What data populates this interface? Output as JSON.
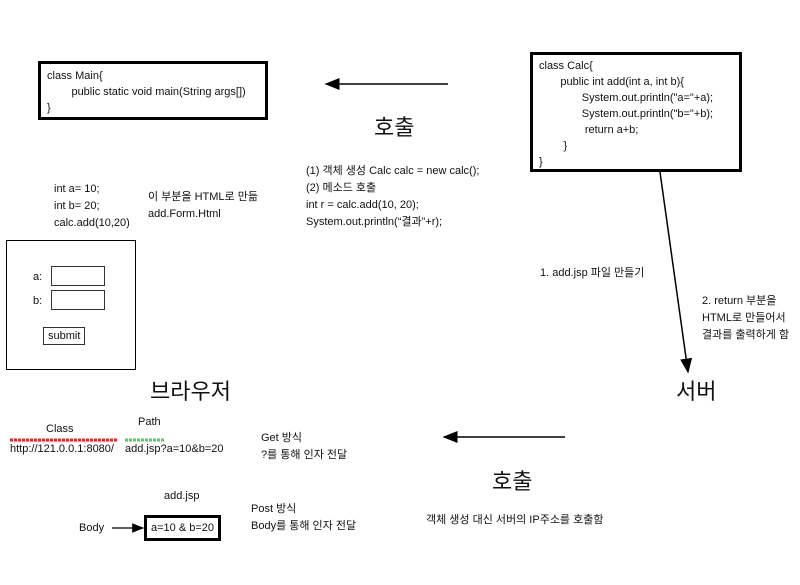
{
  "main_class": {
    "lines": [
      "class Main{",
      "        public static void main(String args[])",
      "}"
    ]
  },
  "calc_class": {
    "lines": [
      "class Calc{",
      "       public int add(int a, int b){",
      "              System.out.println(\"a=\"+a);",
      "              System.out.println(\"b=\"+b);",
      "               return a+b;",
      "        }",
      "}"
    ]
  },
  "labels": {
    "call_top": "호출",
    "call_bottom": "호출",
    "browser": "브라우저",
    "server": "서버"
  },
  "steps": {
    "l1": "(1) 객체 생성 Calc calc = new calc();",
    "l2": "(2) 메소드 호출",
    "l3": "int r = calc.add(10, 20);",
    "l4": "System.out.println(“결과”+r);"
  },
  "vars": {
    "l1": "int a= 10;",
    "l2": "int b= 20;",
    "l3": "calc.add(10,20)"
  },
  "html_note": {
    "l1": "이 부분을 HTML로 만듦",
    "l2": "add.Form.Html"
  },
  "form": {
    "a_label": "a:",
    "b_label": "b:",
    "submit": "submit"
  },
  "server_notes": {
    "step1": "1. add.jsp 파일 만들기",
    "step2_l1": "2. return 부분을",
    "step2_l2": "HTML로 만들어서",
    "step2_l3": "결과를 출력하게 함"
  },
  "url": {
    "class_label": "Class",
    "path_label": "Path",
    "host": "http://121.0.0.1:8080/",
    "path": "add.jsp?a=10&b=20"
  },
  "get_method": {
    "title": "Get 방식",
    "desc": "?를 통해 인자 전달"
  },
  "post_method": {
    "file": "add.jsp",
    "title": "Post 방식",
    "desc": "Body를 통해 인자 전달",
    "body_label": "Body",
    "body_value": "a=10 & b=20"
  },
  "object_note": "객체 생성 대신 서버의 IP주소를 호출함"
}
